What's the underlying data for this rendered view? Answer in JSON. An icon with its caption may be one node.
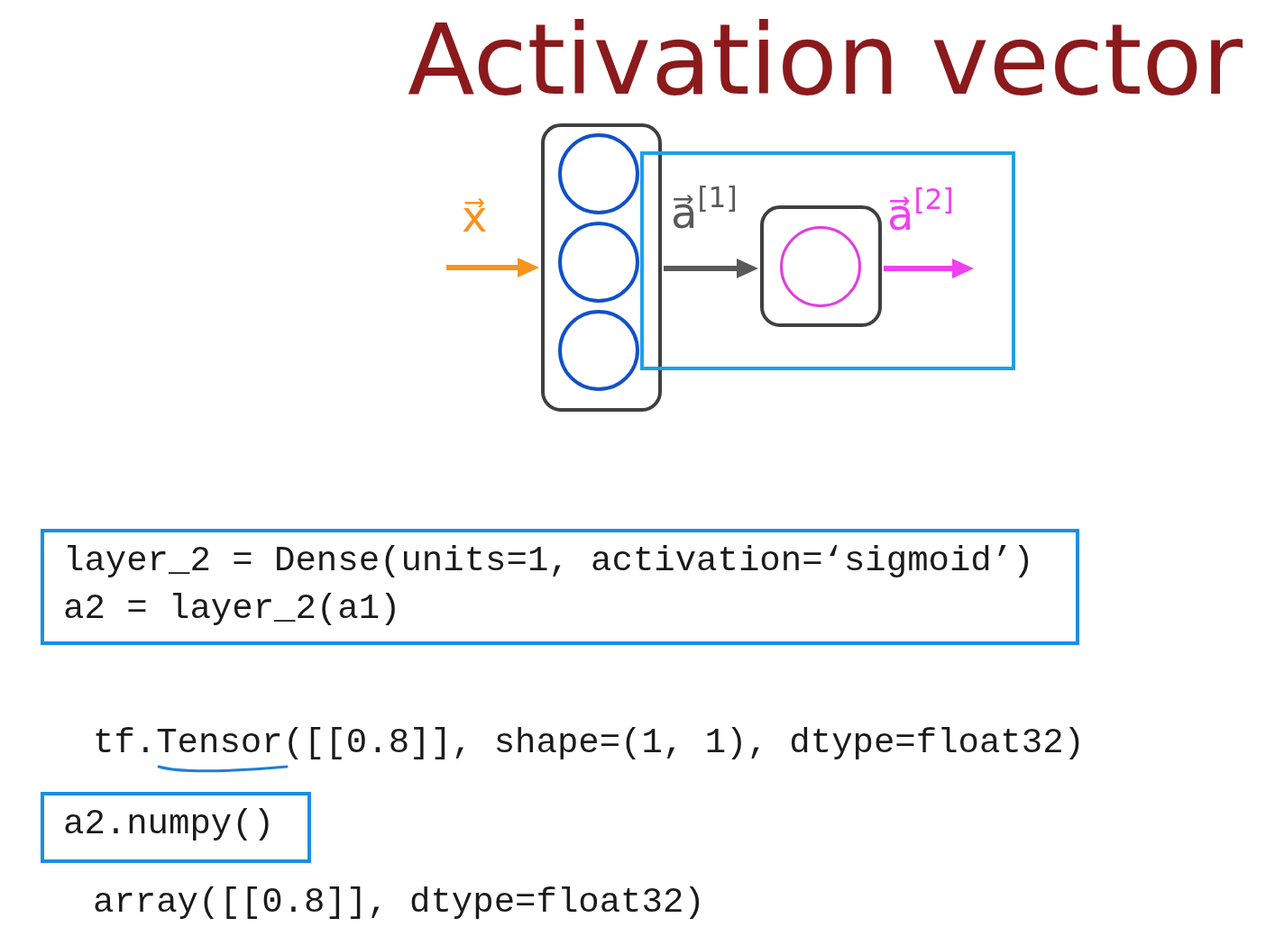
{
  "diagram": {
    "title": "Activation vector",
    "nodes": [
      {
        "text": [],
        "shape": "box"
      },
      {
        "text": [],
        "shape": "circle",
        "in": 0
      },
      {
        "text": [],
        "shape": "circle",
        "in": 0
      },
      {
        "text": [],
        "shape": "circle",
        "in": 0
      },
      {
        "text": [],
        "shape": "box"
      },
      {
        "text": [],
        "shape": "box",
        "in": 4
      },
      {
        "text": [],
        "shape": "circle",
        "in": 5
      },
      {
        "text": [
          "layer_2 = Dense(units=1, activation=‘sigmoid’)",
          "a2 = layer_2(a1)"
        ]
      },
      {
        "text": [
          "a2.numpy()"
        ]
      }
    ],
    "edges": [
      {
        "from": null,
        "to": 0,
        "arrow": "to",
        "label": "x⃗",
        "color": "#f7941d"
      },
      {
        "from": 0,
        "to": 5,
        "arrow": "to",
        "label": "a⃗$^{[1]}$",
        "color": "#595959"
      },
      {
        "from": 5,
        "to": null,
        "arrow": "to",
        "label": "a⃗$^{[2]}$",
        "color": "#f040f0"
      }
    ],
    "labels": [
      "tf.Tensor([[0.8]], shape=(1, 1), dtype=float32)",
      "array([[0.8]], dtype=float32)"
    ]
  }
}
